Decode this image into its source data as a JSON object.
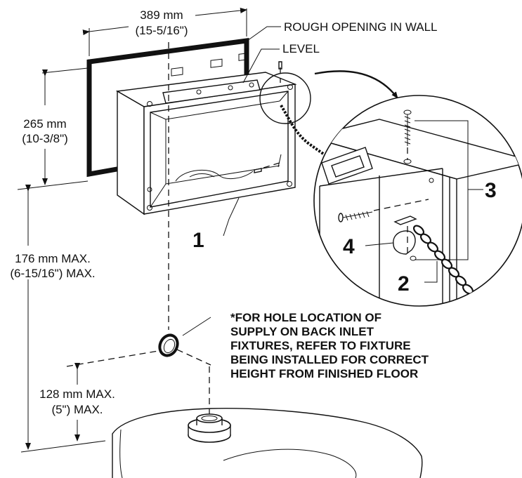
{
  "dimensions": {
    "width_mm": "389 mm",
    "width_in": "(15-5/16\")",
    "height_mm": "265 mm",
    "height_in": "(10-3/8\")",
    "max_above_mm": "176 mm MAX.",
    "max_above_in": "(6-15/16\") MAX.",
    "max_supply_mm": "128 mm MAX.",
    "max_supply_in": "(5\") MAX."
  },
  "callouts": {
    "rough_opening": "ROUGH OPENING IN WALL",
    "level": "LEVEL",
    "note_lines": [
      "*FOR HOLE LOCATION OF",
      "SUPPLY ON BACK INLET",
      "FIXTURES, REFER TO FIXTURE",
      "BEING INSTALLED FOR CORRECT",
      "HEIGHT FROM FINISHED FLOOR"
    ]
  },
  "part_numbers": {
    "box": "1",
    "part2": "2",
    "part3": "3",
    "part4": "4"
  },
  "colors": {
    "ink": "#111111",
    "background": "#ffffff"
  }
}
